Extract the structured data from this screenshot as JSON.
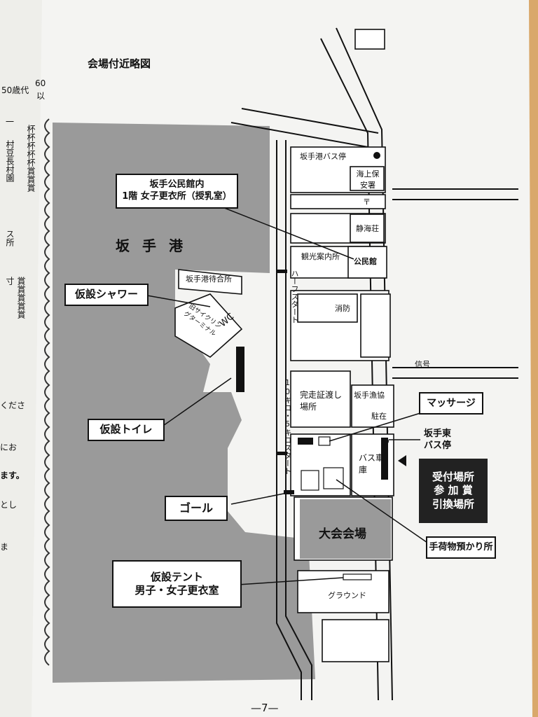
{
  "map": {
    "title": "会場付近略図",
    "page_number": "—7—",
    "left_page": {
      "age_a": "50歳代",
      "age_b": "60",
      "age_b2": "以",
      "dash": "一",
      "col1": "杯杯杯杯杯賞賞賞",
      "col2": "村豆長村園",
      "col3": "ス所",
      "col4": "寸",
      "col5": "賞賞賞賞賞",
      "frag1": "くださ",
      "frag2": "にお",
      "frag3": "ます。",
      "frag4": "とし",
      "frag5": "ま"
    },
    "places": {
      "harbor": "坂手港",
      "bus_stop": "坂手港バス停",
      "coast_guard": "海上保安署",
      "post_office": "〒",
      "shikaiso": "静海荘",
      "tourist_info": "観光案内所",
      "community_hall": "公民館",
      "fire_dept": "消防",
      "signal": "信号",
      "port_waiting_room": "坂手港待合所",
      "cycling_terminal": "旧サイクリングターミナル",
      "wc": "WC",
      "fishery_coop": "坂手漁協",
      "police_box": "駐在",
      "finish_cert": "完走証渡し場所",
      "bus_garage": "バス車庫",
      "venue": "大会会場",
      "ground": "グラウンド",
      "half_start": "ハーフスタート",
      "ten_five_start": "10キロ・5キロスタート"
    },
    "callouts": {
      "community_hall_note": "坂手公民館内",
      "community_hall_note2": "1階 女子更衣所（授乳室）",
      "shower": "仮設シャワー",
      "toilet": "仮設トイレ",
      "goal": "ゴール",
      "tent": "仮設テント",
      "tent2": "男子・女子更衣室",
      "massage": "マッサージ",
      "east_bus": "坂手東",
      "east_bus2": "バス停",
      "reception": "受付場所",
      "reception2": "参 加 賞",
      "reception3": "引換場所",
      "baggage": "手荷物預かり所"
    },
    "colors": {
      "paper": "#f4f4f2",
      "shade": "#9a9a9a",
      "ink": "#111111",
      "wood": "#d9a86b"
    }
  }
}
